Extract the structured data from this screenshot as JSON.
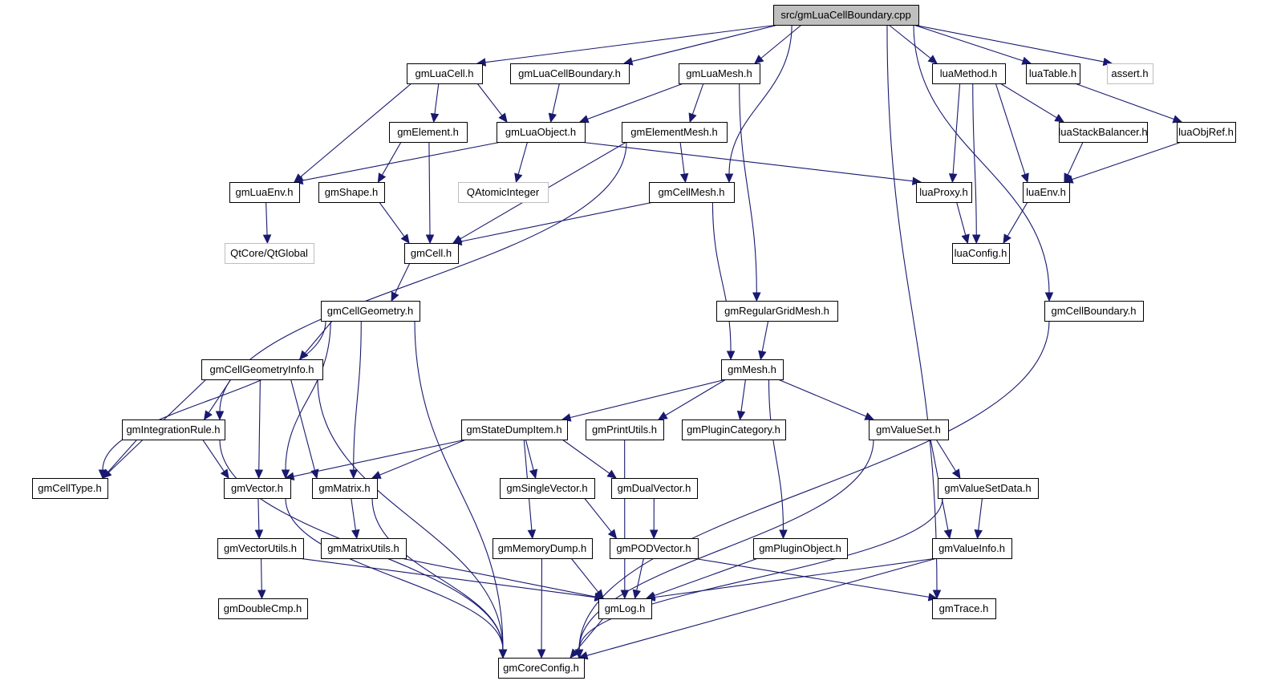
{
  "diagram": {
    "type": "include-dependency-graph",
    "root": "src/gmLuaCellBoundary.cpp",
    "colors": {
      "edge": "#191970",
      "root_fill": "#bfbfbf",
      "external_border": "#bfbfbf",
      "node_border": "#000000"
    },
    "nodes": [
      {
        "id": "root",
        "label": "src/gmLuaCellBoundary.cpp",
        "kind": "root"
      },
      {
        "id": "gmLuaCell",
        "label": "gmLuaCell.h"
      },
      {
        "id": "gmLuaCellBoundary",
        "label": "gmLuaCellBoundary.h"
      },
      {
        "id": "gmLuaMesh",
        "label": "gmLuaMesh.h"
      },
      {
        "id": "luaMethod",
        "label": "luaMethod.h"
      },
      {
        "id": "luaTable",
        "label": "luaTable.h"
      },
      {
        "id": "assert",
        "label": "assert.h",
        "kind": "external"
      },
      {
        "id": "gmElement",
        "label": "gmElement.h"
      },
      {
        "id": "gmLuaObject",
        "label": "gmLuaObject.h"
      },
      {
        "id": "gmElementMesh",
        "label": "gmElementMesh.h"
      },
      {
        "id": "luaStackBalancer",
        "label": "luaStackBalancer.h"
      },
      {
        "id": "luaObjRef",
        "label": "luaObjRef.h"
      },
      {
        "id": "gmLuaEnv",
        "label": "gmLuaEnv.h"
      },
      {
        "id": "gmShape",
        "label": "gmShape.h"
      },
      {
        "id": "QAtomicInteger",
        "label": "QAtomicInteger",
        "kind": "external"
      },
      {
        "id": "gmCellMesh",
        "label": "gmCellMesh.h"
      },
      {
        "id": "luaProxy",
        "label": "luaProxy.h"
      },
      {
        "id": "luaEnv",
        "label": "luaEnv.h"
      },
      {
        "id": "QtGlobal",
        "label": "QtCore/QtGlobal",
        "kind": "external"
      },
      {
        "id": "gmCell",
        "label": "gmCell.h"
      },
      {
        "id": "luaConfig",
        "label": "luaConfig.h"
      },
      {
        "id": "gmCellGeometry",
        "label": "gmCellGeometry.h"
      },
      {
        "id": "gmRegularGridMesh",
        "label": "gmRegularGridMesh.h"
      },
      {
        "id": "gmCellBoundary",
        "label": "gmCellBoundary.h"
      },
      {
        "id": "gmCellGeometryInfo",
        "label": "gmCellGeometryInfo.h"
      },
      {
        "id": "gmMesh",
        "label": "gmMesh.h"
      },
      {
        "id": "gmIntegrationRule",
        "label": "gmIntegrationRule.h"
      },
      {
        "id": "gmStateDumpItem",
        "label": "gmStateDumpItem.h"
      },
      {
        "id": "gmPrintUtils",
        "label": "gmPrintUtils.h"
      },
      {
        "id": "gmPluginCategory",
        "label": "gmPluginCategory.h"
      },
      {
        "id": "gmValueSet",
        "label": "gmValueSet.h"
      },
      {
        "id": "gmCellType",
        "label": "gmCellType.h"
      },
      {
        "id": "gmVector",
        "label": "gmVector.h"
      },
      {
        "id": "gmMatrix",
        "label": "gmMatrix.h"
      },
      {
        "id": "gmSingleVector",
        "label": "gmSingleVector.h"
      },
      {
        "id": "gmDualVector",
        "label": "gmDualVector.h"
      },
      {
        "id": "gmValueSetData",
        "label": "gmValueSetData.h"
      },
      {
        "id": "gmVectorUtils",
        "label": "gmVectorUtils.h"
      },
      {
        "id": "gmMatrixUtils",
        "label": "gmMatrixUtils.h"
      },
      {
        "id": "gmMemoryDump",
        "label": "gmMemoryDump.h"
      },
      {
        "id": "gmPODVector",
        "label": "gmPODVector.h"
      },
      {
        "id": "gmPluginObject",
        "label": "gmPluginObject.h"
      },
      {
        "id": "gmValueInfo",
        "label": "gmValueInfo.h"
      },
      {
        "id": "gmDoubleCmp",
        "label": "gmDoubleCmp.h"
      },
      {
        "id": "gmLog",
        "label": "gmLog.h"
      },
      {
        "id": "gmTrace",
        "label": "gmTrace.h"
      },
      {
        "id": "gmCoreConfig",
        "label": "gmCoreConfig.h"
      }
    ],
    "edges": [
      [
        "root",
        "gmLuaCell"
      ],
      [
        "root",
        "gmLuaCellBoundary"
      ],
      [
        "root",
        "gmLuaMesh"
      ],
      [
        "root",
        "gmCellMesh"
      ],
      [
        "root",
        "luaMethod"
      ],
      [
        "root",
        "luaTable"
      ],
      [
        "root",
        "assert"
      ],
      [
        "root",
        "gmCellBoundary"
      ],
      [
        "root",
        "gmTrace"
      ],
      [
        "gmLuaCell",
        "gmElement"
      ],
      [
        "gmLuaCell",
        "gmLuaObject"
      ],
      [
        "gmLuaCell",
        "gmLuaEnv"
      ],
      [
        "gmLuaCellBoundary",
        "gmLuaObject"
      ],
      [
        "gmLuaMesh",
        "gmLuaObject"
      ],
      [
        "gmLuaMesh",
        "gmElementMesh"
      ],
      [
        "gmLuaMesh",
        "gmRegularGridMesh"
      ],
      [
        "gmElement",
        "gmShape"
      ],
      [
        "gmElement",
        "gmCell"
      ],
      [
        "gmLuaObject",
        "gmLuaEnv"
      ],
      [
        "gmLuaObject",
        "QAtomicInteger"
      ],
      [
        "gmLuaObject",
        "luaProxy"
      ],
      [
        "gmElementMesh",
        "gmCellMesh"
      ],
      [
        "gmElementMesh",
        "gmCell"
      ],
      [
        "gmElementMesh",
        "gmIntegrationRule"
      ],
      [
        "luaMethod",
        "luaProxy"
      ],
      [
        "luaMethod",
        "luaConfig"
      ],
      [
        "luaMethod",
        "luaEnv"
      ],
      [
        "luaMethod",
        "luaStackBalancer"
      ],
      [
        "luaTable",
        "luaObjRef"
      ],
      [
        "luaStackBalancer",
        "luaEnv"
      ],
      [
        "luaObjRef",
        "luaEnv"
      ],
      [
        "gmLuaEnv",
        "QtGlobal"
      ],
      [
        "gmShape",
        "gmCell"
      ],
      [
        "gmCellMesh",
        "gmCell"
      ],
      [
        "gmCellMesh",
        "gmMesh"
      ],
      [
        "luaProxy",
        "luaConfig"
      ],
      [
        "luaEnv",
        "luaConfig"
      ],
      [
        "gmCell",
        "gmCellGeometry"
      ],
      [
        "gmCellGeometry",
        "gmCellGeometryInfo"
      ],
      [
        "gmCellGeometry",
        "gmCellType"
      ],
      [
        "gmCellGeometry",
        "gmVector"
      ],
      [
        "gmCellGeometry",
        "gmMatrix"
      ],
      [
        "gmCellGeometry",
        "gmCoreConfig"
      ],
      [
        "gmRegularGridMesh",
        "gmMesh"
      ],
      [
        "gmCellBoundary",
        "gmCoreConfig"
      ],
      [
        "gmCellGeometryInfo",
        "gmIntegrationRule"
      ],
      [
        "gmCellGeometryInfo",
        "gmCellType"
      ],
      [
        "gmCellGeometryInfo",
        "gmVector"
      ],
      [
        "gmCellGeometryInfo",
        "gmMatrix"
      ],
      [
        "gmCellGeometryInfo",
        "gmCoreConfig"
      ],
      [
        "gmMesh",
        "gmStateDumpItem"
      ],
      [
        "gmMesh",
        "gmPrintUtils"
      ],
      [
        "gmMesh",
        "gmPluginCategory"
      ],
      [
        "gmMesh",
        "gmPluginObject"
      ],
      [
        "gmMesh",
        "gmValueSet"
      ],
      [
        "gmIntegrationRule",
        "gmCellType"
      ],
      [
        "gmIntegrationRule",
        "gmVector"
      ],
      [
        "gmIntegrationRule",
        "gmCoreConfig"
      ],
      [
        "gmStateDumpItem",
        "gmVector"
      ],
      [
        "gmStateDumpItem",
        "gmMatrix"
      ],
      [
        "gmStateDumpItem",
        "gmSingleVector"
      ],
      [
        "gmStateDumpItem",
        "gmDualVector"
      ],
      [
        "gmStateDumpItem",
        "gmMemoryDump"
      ],
      [
        "gmPrintUtils",
        "gmLog"
      ],
      [
        "gmValueSet",
        "gmValueSetData"
      ],
      [
        "gmValueSet",
        "gmValueInfo"
      ],
      [
        "gmValueSet",
        "gmCoreConfig"
      ],
      [
        "gmVector",
        "gmVectorUtils"
      ],
      [
        "gmVector",
        "gmCoreConfig"
      ],
      [
        "gmMatrix",
        "gmMatrixUtils"
      ],
      [
        "gmMatrix",
        "gmCoreConfig"
      ],
      [
        "gmSingleVector",
        "gmPODVector"
      ],
      [
        "gmDualVector",
        "gmPODVector"
      ],
      [
        "gmValueSetData",
        "gmValueInfo"
      ],
      [
        "gmValueSetData",
        "gmCoreConfig"
      ],
      [
        "gmVectorUtils",
        "gmDoubleCmp"
      ],
      [
        "gmVectorUtils",
        "gmLog"
      ],
      [
        "gmMatrixUtils",
        "gmLog"
      ],
      [
        "gmMemoryDump",
        "gmLog"
      ],
      [
        "gmMemoryDump",
        "gmCoreConfig"
      ],
      [
        "gmPODVector",
        "gmLog"
      ],
      [
        "gmPODVector",
        "gmTrace"
      ],
      [
        "gmPluginObject",
        "gmLog"
      ],
      [
        "gmValueInfo",
        "gmLog"
      ],
      [
        "gmValueInfo",
        "gmCoreConfig"
      ],
      [
        "gmLog",
        "gmCoreConfig"
      ]
    ]
  }
}
